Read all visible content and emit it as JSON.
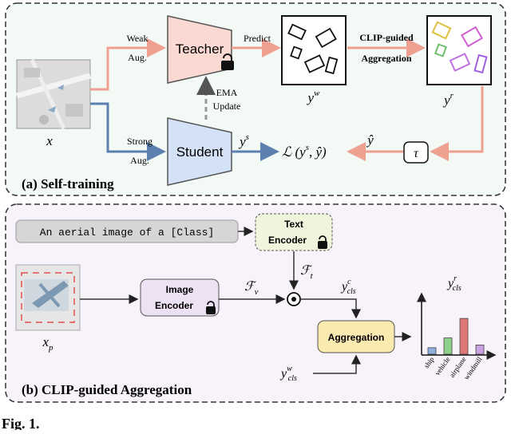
{
  "panel_a": {
    "title": "(a) Self-training",
    "input_label": "x",
    "weak_aug": [
      "Weak",
      "Aug."
    ],
    "strong_aug": [
      "Strong",
      "Aug."
    ],
    "teacher": "Teacher",
    "student": "Student",
    "ema": [
      "EMA",
      "Update"
    ],
    "predict": "Predict",
    "aggregation": [
      "CLIP-guided",
      "Aggregation"
    ],
    "yw_base": "y",
    "yw_sup": "w",
    "yr_base": "y",
    "yr_sup": "r",
    "ys_base": "y",
    "ys_sup": "s",
    "yhat": "ŷ",
    "tau": "τ",
    "loss": "ℒ (y",
    "loss_sup": "s",
    "loss_tail": ", ŷ)"
  },
  "panel_b": {
    "title": "(b) CLIP-guided Aggregation",
    "prompt": "An aerial image of a [Class]",
    "text_encoder": [
      "Text",
      "Encoder"
    ],
    "image_encoder": [
      "Image",
      "Encoder"
    ],
    "ft_base": "ℱ",
    "ft_sub": "t",
    "fv_base": "ℱ",
    "fv_sub": "v",
    "xp_base": "x",
    "xp_sub": "p",
    "ycls_c_base": "y",
    "ycls_c_sup": "c",
    "ycls_c_sub": "cls",
    "ycls_w_base": "y",
    "ycls_w_sup": "w",
    "ycls_w_sub": "cls",
    "ycls_r_base": "y",
    "ycls_r_sup": "r",
    "ycls_r_sub": "cls",
    "aggregation": "Aggregation",
    "product_symbol": "◎"
  },
  "chart_data": {
    "type": "bar",
    "categories": [
      "ship",
      "vehicle",
      "airplane",
      "windmill"
    ],
    "values": [
      0.12,
      0.3,
      0.66,
      0.17
    ],
    "colors": [
      "#8fb0e0",
      "#8fd08a",
      "#e07878",
      "#c9a0e0"
    ],
    "ylim": [
      0,
      1
    ]
  },
  "caption": "Fig. 1.",
  "colors": {
    "panel_a_bg": "#f3faf5",
    "panel_b_bg": "#f8f3fb",
    "teacher_fill": "#f9d9d2",
    "student_fill": "#d3e2f6",
    "orange_arrow": "#f0a090",
    "blue_arrow": "#5c80b0",
    "text_encoder_fill": "#eef5dc",
    "image_encoder_fill": "#ece2f3",
    "aggregation_fill": "#fbeaaf"
  }
}
